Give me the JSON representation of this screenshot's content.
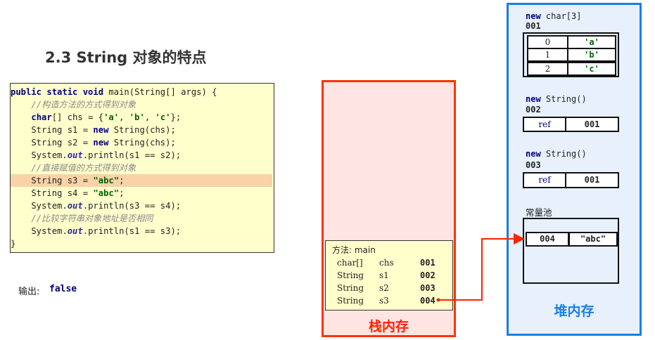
{
  "title": "2.3 String 对象的特点",
  "code": {
    "lines": [
      "public static void main(String[] args) {",
      "    //构造方法的方式得到对象",
      "    char[] chs = {'a', 'b', 'c'};",
      "    String s1 = new String(chs);",
      "    String s2 = new String(chs);",
      "    System.out.println(s1 == s2);",
      "    //直接赋值的方式得到对象",
      "    String s3 = \"abc\";",
      "    String s4 = \"abc\";",
      "    System.out.println(s3 == s4);",
      "    //比较字符串对象地址是否相同",
      "    System.out.println(s1 == s3);",
      "}"
    ],
    "highlighted_line": 7
  },
  "output": {
    "label": "输出:",
    "value": "false"
  },
  "stack": {
    "title": "栈内存",
    "frame_title": "方法: main",
    "rows": [
      {
        "type": "char[]",
        "name": "chs",
        "value": "001"
      },
      {
        "type": "String",
        "name": "s1",
        "value": "002"
      },
      {
        "type": "String",
        "name": "s2",
        "value": "003"
      },
      {
        "type": "String",
        "name": "s3",
        "value": "004"
      }
    ]
  },
  "heap": {
    "title": "堆内存",
    "array": {
      "label_kw": "new",
      "label_rest": " char[3]",
      "addr": "001",
      "cells": [
        {
          "index": "0",
          "value": "'a'"
        },
        {
          "index": "1",
          "value": "'b'"
        },
        {
          "index": "2",
          "value": "'c'"
        }
      ]
    },
    "objects": [
      {
        "label_kw": "new",
        "label_rest": " String()",
        "addr": "002",
        "field": "ref",
        "value": "001"
      },
      {
        "label_kw": "new",
        "label_rest": " String()",
        "addr": "003",
        "field": "ref",
        "value": "001"
      }
    ],
    "pool": {
      "label": "常量池",
      "addr": "004",
      "value": "\"abc\""
    }
  }
}
